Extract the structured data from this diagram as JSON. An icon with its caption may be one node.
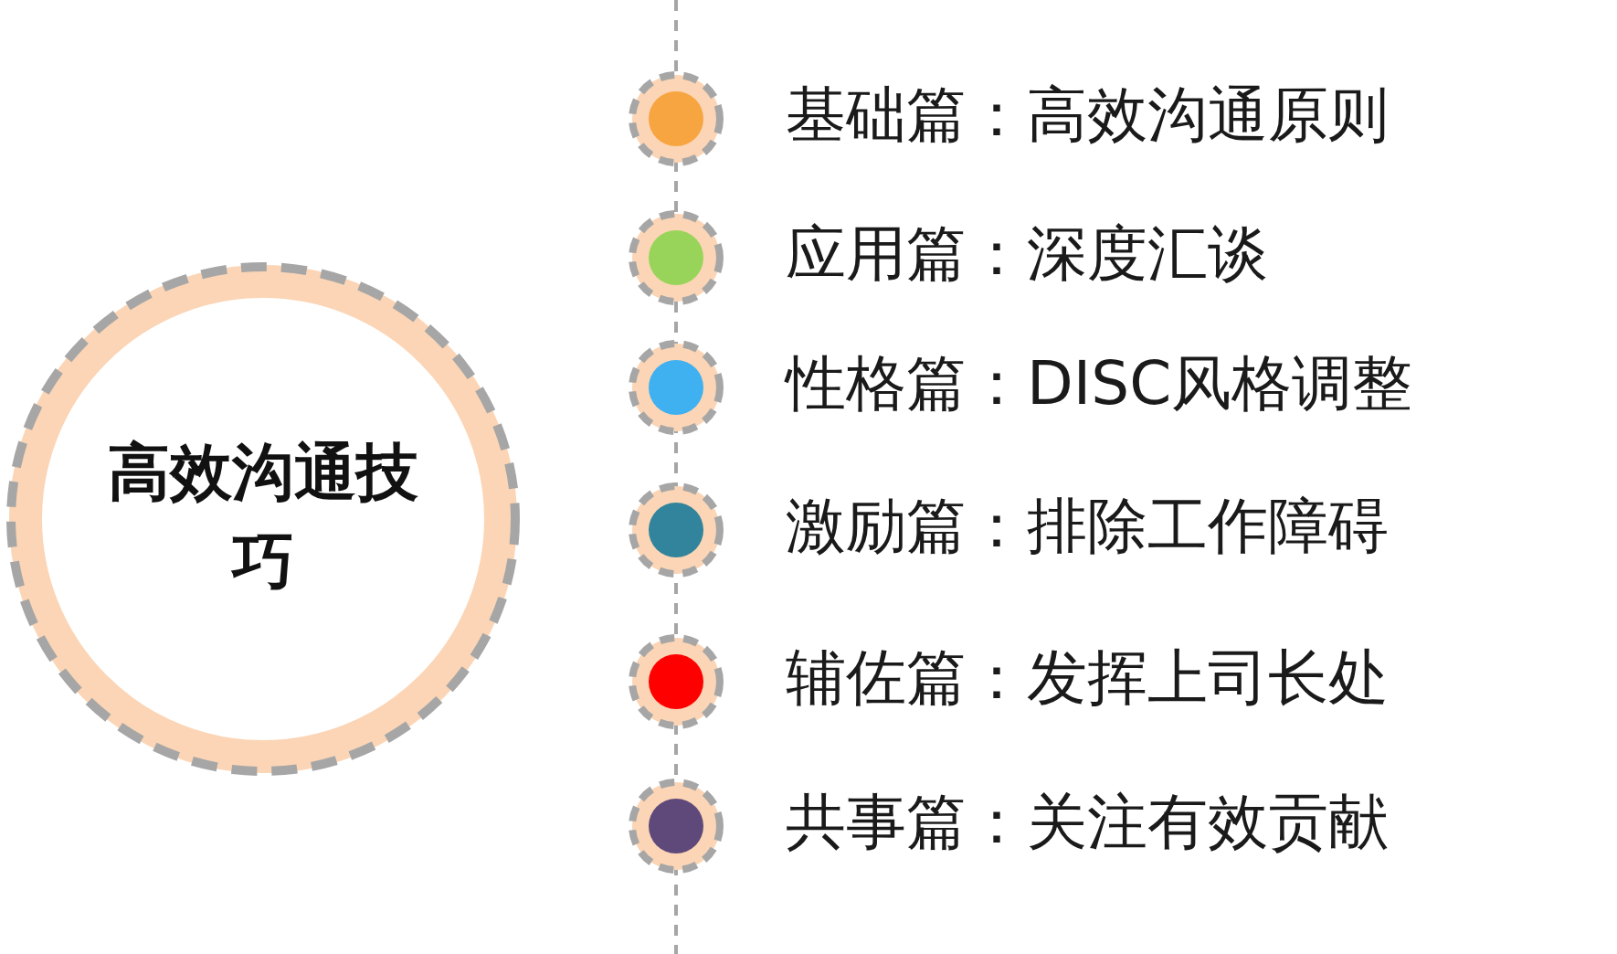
{
  "diagram": {
    "nodes": [
      {
        "text": [
          "高效沟通技巧"
        ]
      },
      {
        "text": [
          "基础篇：高效沟通原则"
        ]
      },
      {
        "text": [
          "应用篇：深度汇谈"
        ]
      },
      {
        "text": [
          "性格篇：DISC风格调整"
        ]
      },
      {
        "text": [
          "激励篇：排除工作障碍"
        ]
      },
      {
        "text": [
          "辅佐篇：发挥上司长处"
        ]
      },
      {
        "text": [
          "共事篇：关注有效贡献"
        ]
      }
    ]
  }
}
